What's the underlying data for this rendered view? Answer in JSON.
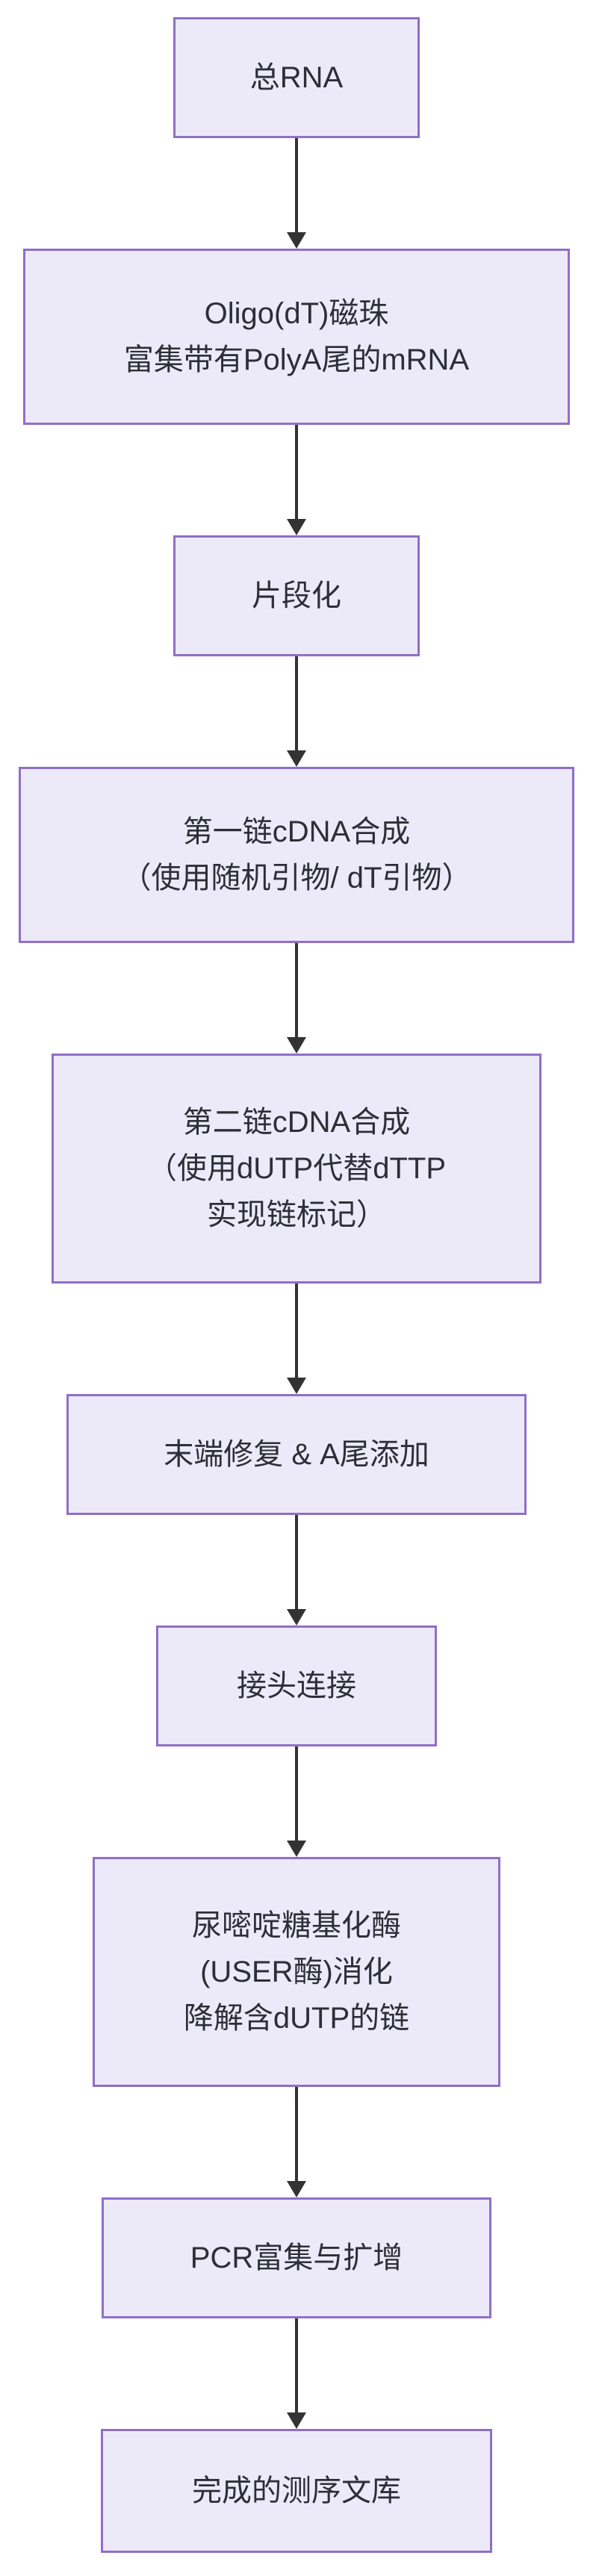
{
  "diagram": {
    "type": "flowchart",
    "direction": "top-down",
    "colors": {
      "background": "#FFFFFF",
      "node_fill": "#ECEAF9",
      "node_border": "#8F6FC8",
      "node_text": "#2E2E36",
      "arrow": "#333333"
    },
    "steps": [
      {
        "id": 1,
        "lines": [
          "总RNA"
        ]
      },
      {
        "id": 2,
        "lines": [
          "Oligo(dT)磁珠",
          "富集带有PolyA尾的mRNA"
        ]
      },
      {
        "id": 3,
        "lines": [
          "片段化"
        ]
      },
      {
        "id": 4,
        "lines": [
          "第一链cDNA合成",
          "（使用随机引物/ dT引物）"
        ]
      },
      {
        "id": 5,
        "lines": [
          "第二链cDNA合成",
          "（使用dUTP代替dTTP",
          "实现链标记）"
        ]
      },
      {
        "id": 6,
        "lines": [
          "末端修复 & A尾添加"
        ]
      },
      {
        "id": 7,
        "lines": [
          "接头连接"
        ]
      },
      {
        "id": 8,
        "lines": [
          "尿嘧啶糖基化酶",
          "(USER酶)消化",
          "降解含dUTP的链"
        ]
      },
      {
        "id": 9,
        "lines": [
          "PCR富集与扩增"
        ]
      },
      {
        "id": 10,
        "lines": [
          "完成的测序文库"
        ]
      }
    ],
    "arrow_count": 9
  }
}
